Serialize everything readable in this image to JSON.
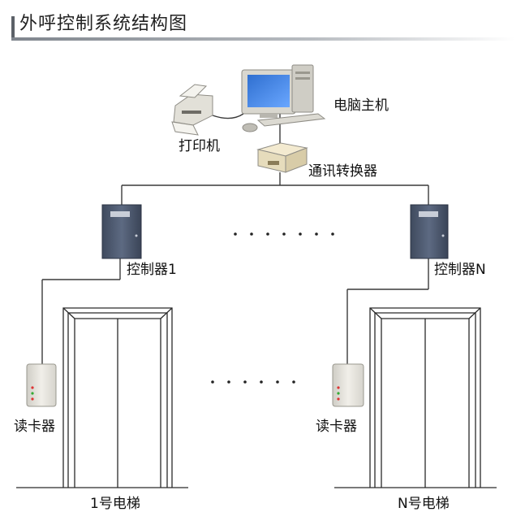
{
  "title": "外呼控制系统结构图",
  "labels": {
    "computer": "电脑主机",
    "printer": "打印机",
    "converter": "通讯转换器",
    "controller_1": "控制器1",
    "controller_n": "控制器N",
    "reader_1": "读卡器",
    "reader_n": "读卡器",
    "elevator_1": "1号电梯",
    "elevator_n": "N号电梯"
  },
  "colors": {
    "line": "#3a3a3a",
    "title_bar": "#8a8f96",
    "controller_body": "#4e5a70",
    "device_light": "#e9e7df"
  }
}
